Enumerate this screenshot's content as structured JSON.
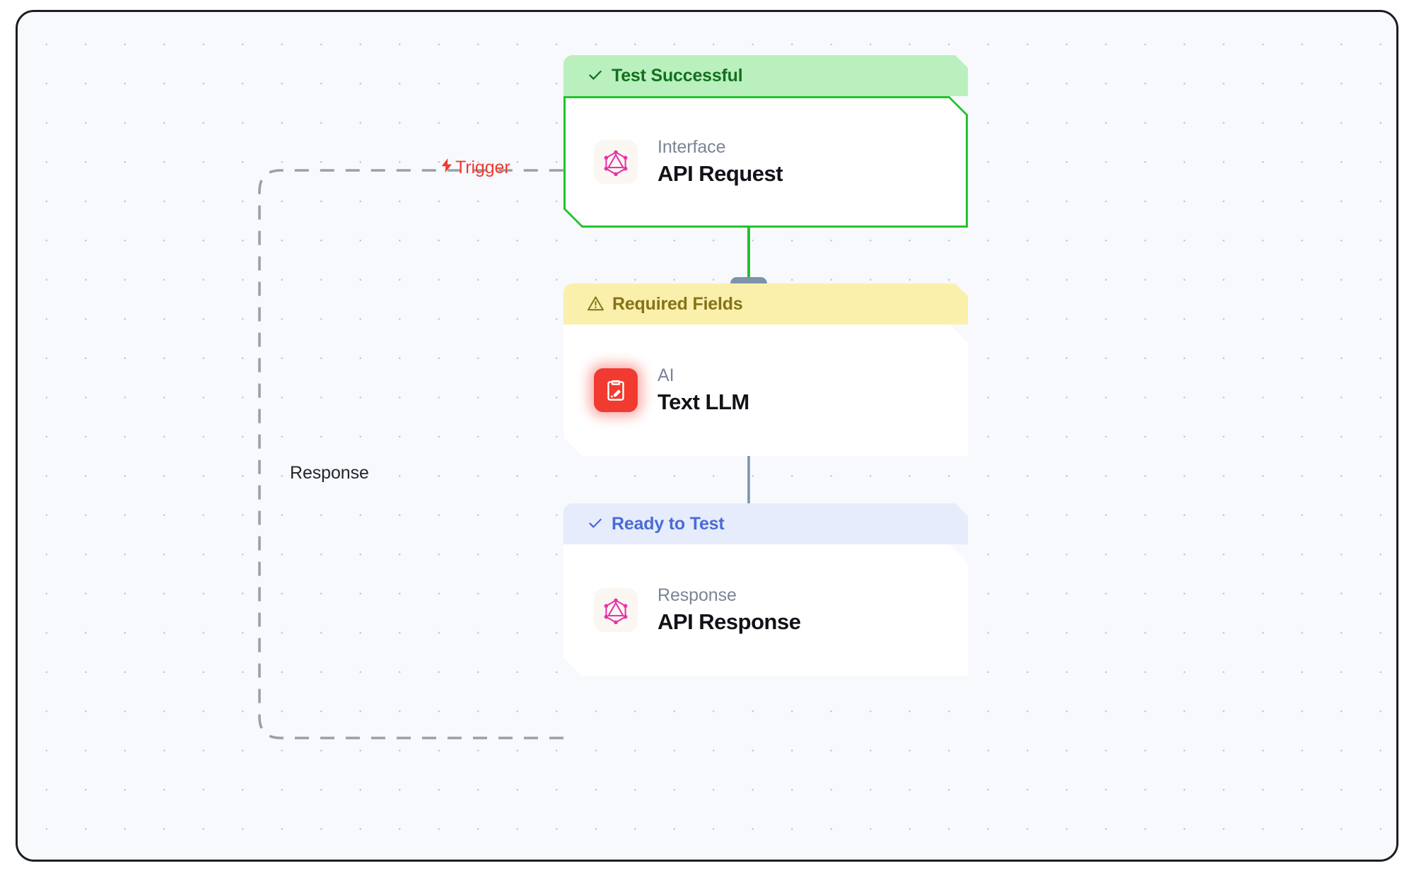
{
  "canvas": {
    "background_color": "#f7f9fc",
    "grid": "dot-grid",
    "border_color": "#1b1d21"
  },
  "edges": [
    {
      "id": "trigger-edge",
      "label": "Trigger",
      "icon": "lightning-bolt-icon",
      "style": "dashed",
      "color": "#9aa0a8",
      "label_color": "#ef3b31",
      "from": "api-response-node",
      "to": "api-request-node"
    },
    {
      "id": "response-edge",
      "label": "Response",
      "style": "dashed",
      "color": "#9aa0a8",
      "label_color": "#23262b"
    },
    {
      "id": "request-to-llm-edge",
      "style": "solid",
      "color": "#22c32e",
      "from": "api-request-node",
      "to": "text-llm-node"
    },
    {
      "id": "llm-to-response-edge",
      "style": "solid",
      "color": "#7d93ad",
      "from": "text-llm-node",
      "to": "api-response-node"
    }
  ],
  "nodes": [
    {
      "id": "api-request-node",
      "status": {
        "label": "Test Successful",
        "icon": "check-icon",
        "state": "success",
        "bg": "#b9f0bd",
        "fg": "#12701f"
      },
      "icon": "graphql-icon",
      "kind": "Interface",
      "title": "API Request",
      "border_color": "#22c32e"
    },
    {
      "id": "text-llm-node",
      "status": {
        "label": "Required Fields",
        "icon": "warning-triangle-icon",
        "state": "warning",
        "bg": "#faf0ab",
        "fg": "#85721a"
      },
      "icon": "ai-clipboard-icon",
      "kind": "AI",
      "title": "Text LLM",
      "border_color": "none"
    },
    {
      "id": "api-response-node",
      "status": {
        "label": "Ready to Test",
        "icon": "check-icon",
        "state": "ready",
        "bg": "#e6ecfb",
        "fg": "#4a6bd6"
      },
      "icon": "graphql-icon",
      "kind": "Response",
      "title": "API Response",
      "border_color": "none"
    }
  ]
}
